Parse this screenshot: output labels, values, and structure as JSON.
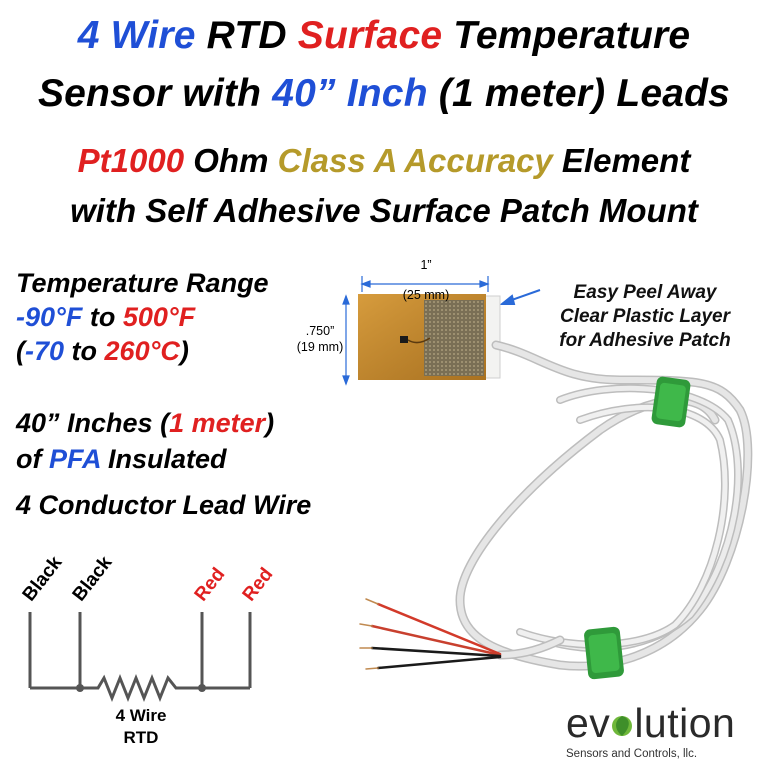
{
  "title": {
    "line1": {
      "a": "4 Wire",
      "b": " RTD ",
      "c": "Surface",
      "d": " Temperature"
    },
    "line2": {
      "a": "Sensor with ",
      "b": "40” Inch",
      "c": " (1 meter) Leads"
    }
  },
  "subtitle": {
    "line1": {
      "a": "Pt1000",
      "b": " Ohm ",
      "c": "Class A Accuracy",
      "d": " Element"
    },
    "line2": "with Self Adhesive Surface Patch Mount"
  },
  "temperature": {
    "heading": "Temperature Range",
    "f_low": "-90°F",
    "f_to": " to ",
    "f_high": "500°F",
    "c_open": "(",
    "c_low": "-70",
    "c_to": " to ",
    "c_high": "260°C",
    "c_close": ")"
  },
  "leads": {
    "line1a": "40” Inches (",
    "line1b": "1 meter",
    "line1c": ")",
    "line2a": "of ",
    "line2b": "PFA",
    "line2c": " Insulated",
    "line3": "4 Conductor Lead Wire"
  },
  "dimensions": {
    "width_in": "1”",
    "width_mm": "(25 mm)",
    "height_in": ".750”",
    "height_mm": "(19 mm)"
  },
  "note": {
    "line1": "Easy Peel Away",
    "line2": "Clear Plastic Layer",
    "line3": "for Adhesive Patch"
  },
  "diagram": {
    "wires": [
      "Black",
      "Black",
      "Red",
      "Red"
    ],
    "label1": "4 Wire",
    "label2": "RTD"
  },
  "logo": {
    "pre": "ev",
    "post": "lution",
    "sub": "Sensors and Controls, llc."
  },
  "colors": {
    "blue": "#1f4fd6",
    "red": "#e02020",
    "gold": "#b59a2a",
    "patch": "#c98a2a",
    "wire": "#dcdcdc",
    "band": "#2f9a3a"
  }
}
